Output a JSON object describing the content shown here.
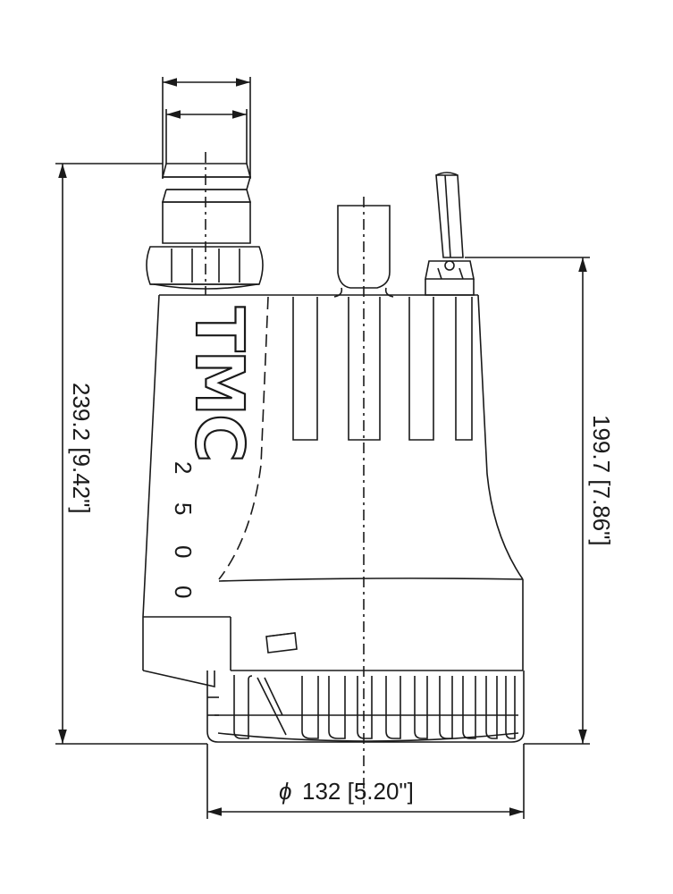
{
  "drawing": {
    "brand": "TMC",
    "model_digits": [
      "2",
      "5",
      "0",
      "0"
    ]
  },
  "dimensions": {
    "overall_height": "239.2 [9.42\"]",
    "body_height": "199.7 [7.86\"]",
    "diameter_symbol": "ϕ",
    "diameter": "132 [5.20\"]"
  }
}
